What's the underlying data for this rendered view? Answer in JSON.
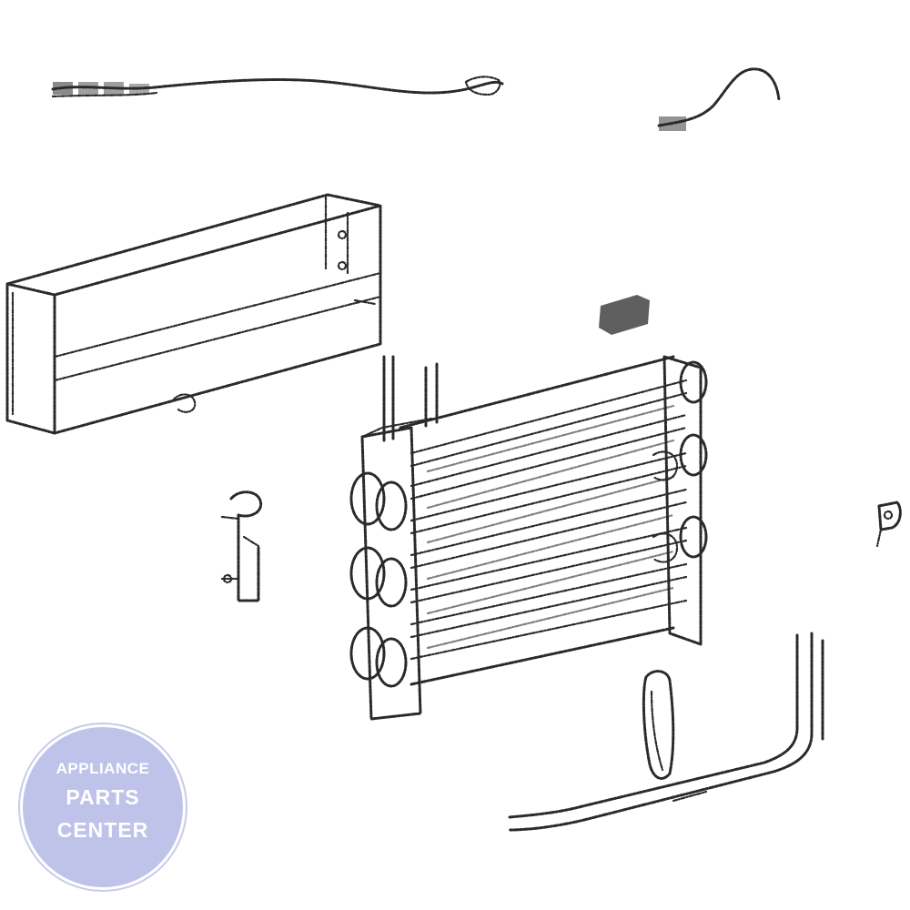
{
  "watermark": {
    "lines": [
      "APPLIANCE",
      "PARTS",
      "CENTER"
    ],
    "background_color": "#bfc3ea",
    "text_color": "#ffffff"
  },
  "diagram": {
    "style": "dotted line-art exploded parts view",
    "parts": [
      "wire-harness-long",
      "wire-harness-short",
      "evaporator-cover-tray",
      "foam-block",
      "evaporator-coil",
      "mounting-bracket",
      "retainer-clip",
      "drain-tube"
    ]
  }
}
